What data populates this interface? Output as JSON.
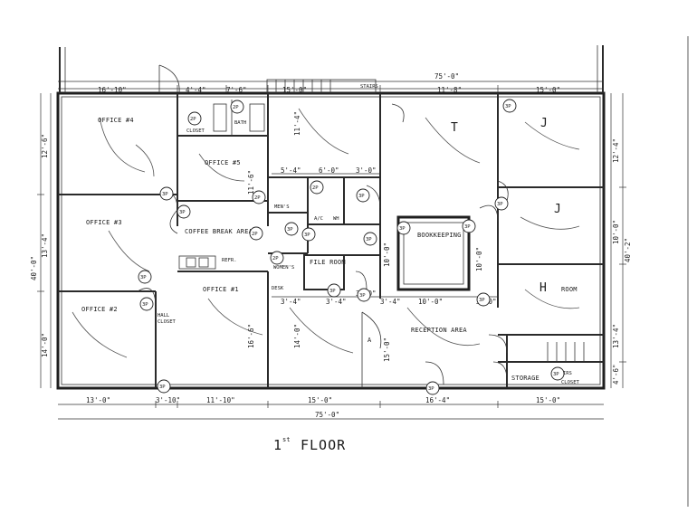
{
  "drawing": {
    "floor_label_number": "1",
    "floor_label_sup": "st",
    "floor_label_word": "FLOOR"
  },
  "rooms": {
    "office4": "OFFICE #4",
    "office5": "OFFICE #5",
    "office3": "OFFICE #3",
    "office2": "OFFICE #2",
    "office1": "OFFICE #1",
    "coffee_break": "COFFEE BREAK AREA",
    "closet": "CLOSET",
    "bath": "BATH",
    "mens": "MEN'S",
    "womens": "WOMEN'S",
    "ac": "A/C",
    "wh": "WH",
    "file_room": "FILE ROOM",
    "refr": "REFR.",
    "bookkeeping": "BOOKKEEPING",
    "reception": "RECEPTION AREA",
    "room": "ROOM",
    "storage": "STORAGE",
    "hall_closet": "HALL",
    "hall_closet2": "CLOSET",
    "stairs": "STAIRS",
    "stairs_lower": "STAIRS",
    "closet_lower": "CLOSET",
    "desk": "DESK",
    "letter_t": "T",
    "letter_j1": "J",
    "letter_j2": "J",
    "letter_h": "H",
    "letter_a": "A"
  },
  "dimensions": {
    "top_overall": "75'-0\"",
    "top_16_10": "16'-10\"",
    "top_4_4": "4'-4\"",
    "top_7_6": "7'-6\"",
    "top_15_0": "15'-0\"",
    "top_11_8": "11'-8\"",
    "top_15_0b": "15'-0\"",
    "mid_5_4": "5'-4\"",
    "mid_6_0": "6'-0\"",
    "mid_3_0": "3'-0\"",
    "mid_3_0b": "3'-0\"",
    "mid_3_4": "3'-4\"",
    "mid_3_4b": "3'-4\"",
    "mid_10_0": "10'-0\"",
    "mid_3_0c": "3'-0\"",
    "mid_3_4c": "3'-4\"",
    "mid_11_4": "11'-4\"",
    "mid_11_6": "11'-6\"",
    "mid_16_6": "16'-6\"",
    "mid_14_0": "14'-0\"",
    "mid_15_0": "15'-0\"",
    "mid_10_0v": "10'-0\"",
    "mid_10_0v2": "10'-0\"",
    "bot_13_0": "13'-0\"",
    "bot_3_10": "3'-10\"",
    "bot_11_10": "11'-10\"",
    "bot_15_0": "15'-0\"",
    "bot_16_4": "16'-4\"",
    "bot_15_0b": "15'-0\"",
    "bot_overall": "75'-0\"",
    "left_12_6": "12'-6\"",
    "left_13_4": "13'-4\"",
    "left_40_0": "40'-0\"",
    "left_14_0": "14'-0\"",
    "right_12_4": "12'-4\"",
    "right_10_0": "10'-0\"",
    "right_40_2": "40'-2\"",
    "right_13_4": "13'-4\"",
    "right_4_6": "4'-6\""
  },
  "fixtures": {
    "c1": "3P",
    "c2": "3P",
    "c3": "3P",
    "c4": "3P",
    "c5": "3P",
    "c6": "3P",
    "c7": "3P",
    "c8": "3P",
    "c9": "3P",
    "c10": "3P",
    "c11": "3P",
    "c12": "3P",
    "c13": "3P",
    "c14": "3P",
    "c15": "3P",
    "c16": "3P",
    "c17": "3P",
    "c18": "3P",
    "c19": "2P",
    "c20": "2P",
    "c21": "2P",
    "c22": "2P",
    "c23": "2P",
    "c24": "2P"
  }
}
